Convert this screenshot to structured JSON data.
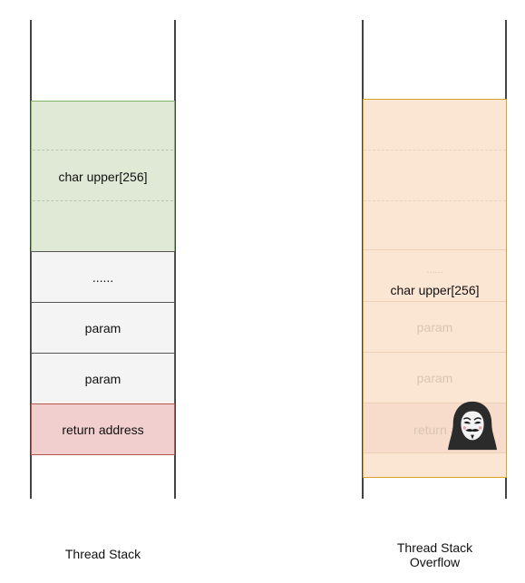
{
  "left_stack": {
    "caption": "Thread Stack",
    "buffer_label": "char upper[256]",
    "cells": [
      {
        "label": "......"
      },
      {
        "label": "param"
      },
      {
        "label": "param"
      },
      {
        "label": "return address"
      }
    ]
  },
  "right_stack": {
    "caption_line1": "Thread Stack",
    "caption_line2": "Overflow",
    "buffer_label": "char upper[256]",
    "faded_cells": [
      {
        "label": "......"
      },
      {
        "label": "param"
      },
      {
        "label": "param"
      },
      {
        "label": "return add"
      }
    ],
    "icon": "hacker-anonymous-mask-icon"
  },
  "colors": {
    "buffer_fill": "#dfe9d6",
    "buffer_border": "#82b366",
    "return_fill": "#f2cfcf",
    "return_border": "#b85450",
    "overflow_fill": "#fbe5d3",
    "overflow_border": "#d6a431"
  }
}
